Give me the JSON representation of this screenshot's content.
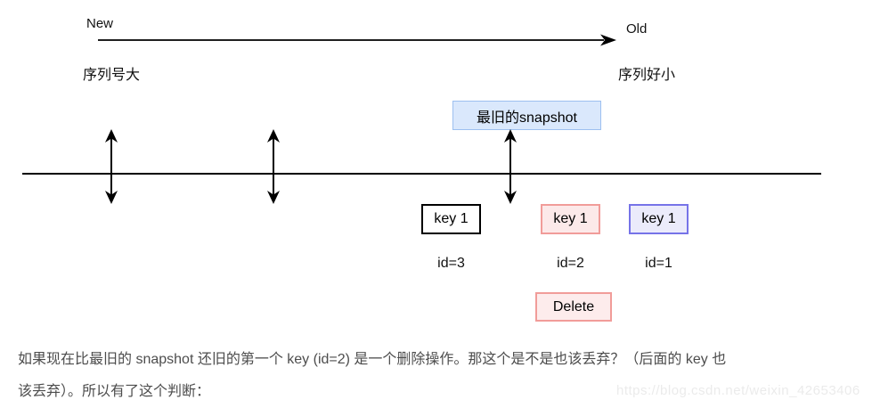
{
  "header": {
    "new_label": "New",
    "old_label": "Old",
    "left_caption": "序列号大",
    "right_caption": "序列好小"
  },
  "diagram": {
    "snapshot_box": {
      "label": "最旧的snapshot",
      "fill": "#dae8fc",
      "border": "#9dc0f0"
    },
    "keys": [
      {
        "label": "key 1",
        "id_label": "id=3",
        "fill": "#ffffff",
        "border": "#000000"
      },
      {
        "label": "key 1",
        "id_label": "id=2",
        "fill": "#fce9e9",
        "border": "#f19c99"
      },
      {
        "label": "key 1",
        "id_label": "id=1",
        "fill": "#ebebfb",
        "border": "#7673e8"
      }
    ],
    "delete_box": {
      "label": "Delete",
      "fill": "#fdecec",
      "border": "#f19c99"
    },
    "line_color": "#000000"
  },
  "paragraph": {
    "line1": "如果现在比最旧的 snapshot 还旧的第一个 key (id=2) 是一个删除操作。那这个是不是也该丢弃？（后面的 key 也",
    "line2": "该丢弃）。所以有了这个判断："
  },
  "watermark": "https://blog.csdn.net/weixin_42653406"
}
